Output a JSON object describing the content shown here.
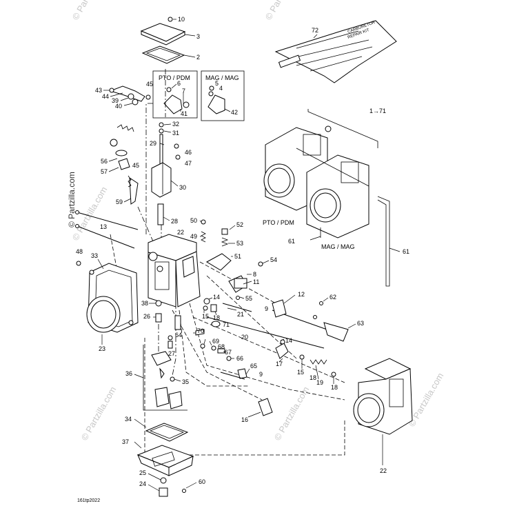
{
  "callouts": {
    "c1_71": "1→71",
    "c2": "2",
    "c3": "3",
    "c4": "4",
    "c5": "5",
    "c6": "6",
    "c7": "7",
    "c8": "8",
    "c9a": "9",
    "c9b": "9",
    "c10": "10",
    "c11": "11",
    "c12": "12",
    "c13": "13",
    "c14a": "14",
    "c14b": "14",
    "c15a": "15",
    "c15b": "15",
    "c16": "16",
    "c17": "17",
    "c18a": "18",
    "c18b": "18",
    "c19": "19",
    "c20": "20",
    "c21": "21",
    "c22a": "22",
    "c22b": "22",
    "c23": "23",
    "c24": "24",
    "c25": "25",
    "c26": "26",
    "c27": "27",
    "c28": "28",
    "c29": "29",
    "c30": "30",
    "c31": "31",
    "c32": "32",
    "c33": "33",
    "c34": "34",
    "c35": "35",
    "c36": "36",
    "c37": "37",
    "c38": "38",
    "c39": "39",
    "c40": "40",
    "c41": "41",
    "c42": "42",
    "c43": "43",
    "c44": "44",
    "c45a": "45",
    "c45b": "45",
    "c46": "46",
    "c47": "47",
    "c48": "48",
    "c49": "49",
    "c50": "50",
    "c51": "51",
    "c52": "52",
    "c53": "53",
    "c54": "54",
    "c55": "55",
    "c56": "56",
    "c57": "57",
    "c59": "59",
    "c60": "60",
    "c61a": "61",
    "c61b": "61",
    "c62": "62",
    "c63": "63",
    "c64": "64",
    "c65": "65",
    "c66": "66",
    "c67": "67",
    "c68": "68",
    "c69": "69",
    "c70": "70",
    "c71": "71",
    "c72": "72"
  },
  "labels": {
    "pto_pdm_box": "PTO / PDM",
    "mag_mag_box": "MAG / MAG",
    "pto_pdm_side": "PTO / PDM",
    "mag_mag_side": "MAG / MAG"
  },
  "watermark": "© Partzilla.com",
  "copyright": "© Partzilla.com",
  "drawing_code": "161tp2022",
  "colors": {
    "ink": "#000000",
    "watermark": "#c8c8c8",
    "background": "#ffffff"
  }
}
